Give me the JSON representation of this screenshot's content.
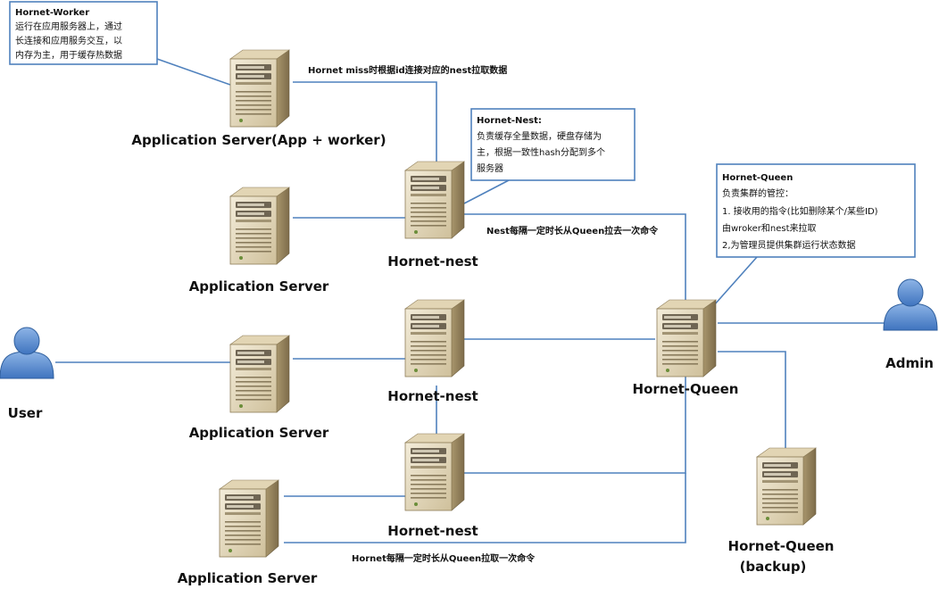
{
  "colors": {
    "line": "#4f81bd",
    "server_front": "#e6dcc4",
    "server_side": "#b7a57e",
    "server_top": "#d8c8a2",
    "person": "#5b8ed0"
  },
  "nodes": {
    "app_worker": {
      "label": "Application Server(App + worker)",
      "icon": "server-icon"
    },
    "app_2": {
      "label": "Application Server",
      "icon": "server-icon"
    },
    "app_3": {
      "label": "Application Server",
      "icon": "server-icon"
    },
    "app_4": {
      "label": "Application Server",
      "icon": "server-icon"
    },
    "nest_1": {
      "label": "Hornet-nest",
      "icon": "server-icon"
    },
    "nest_2": {
      "label": "Hornet-nest",
      "icon": "server-icon"
    },
    "nest_3": {
      "label": "Hornet-nest",
      "icon": "server-icon"
    },
    "queen": {
      "label": "Hornet-Queen",
      "icon": "server-icon"
    },
    "queen_backup": {
      "label_line1": "Hornet-Queen",
      "label_line2": "(backup)",
      "icon": "server-icon"
    },
    "user": {
      "label": "User",
      "icon": "person-icon"
    },
    "admin": {
      "label": "Admin",
      "icon": "person-icon"
    }
  },
  "notes": {
    "worker": {
      "title": "Hornet-Worker",
      "lines": [
        "运行在应用服务器上，通过",
        "长连接和应用服务交互，以",
        "内存为主，用于缓存热数据"
      ]
    },
    "nest": {
      "title": "Hornet-Nest:",
      "lines": [
        "负责缓存全量数据，硬盘存储为",
        "主，根据一致性hash分配到多个",
        "服务器"
      ]
    },
    "queen": {
      "title": "Hornet-Queen",
      "lines": [
        "负责集群的管控：",
        "1. 接收用的指令(比如删除某个/某些ID)",
        "由wroker和nest来拉取",
        "2,为管理员提供集群运行状态数据"
      ]
    }
  },
  "edge_labels": {
    "miss": "Hornet miss时根据id连接对应的nest拉取数据",
    "nest_pull": "Nest每隔一定时长从Queen拉去一次命令",
    "hornet_pull": "Hornet每隔一定时长从Queen拉取一次命令"
  }
}
